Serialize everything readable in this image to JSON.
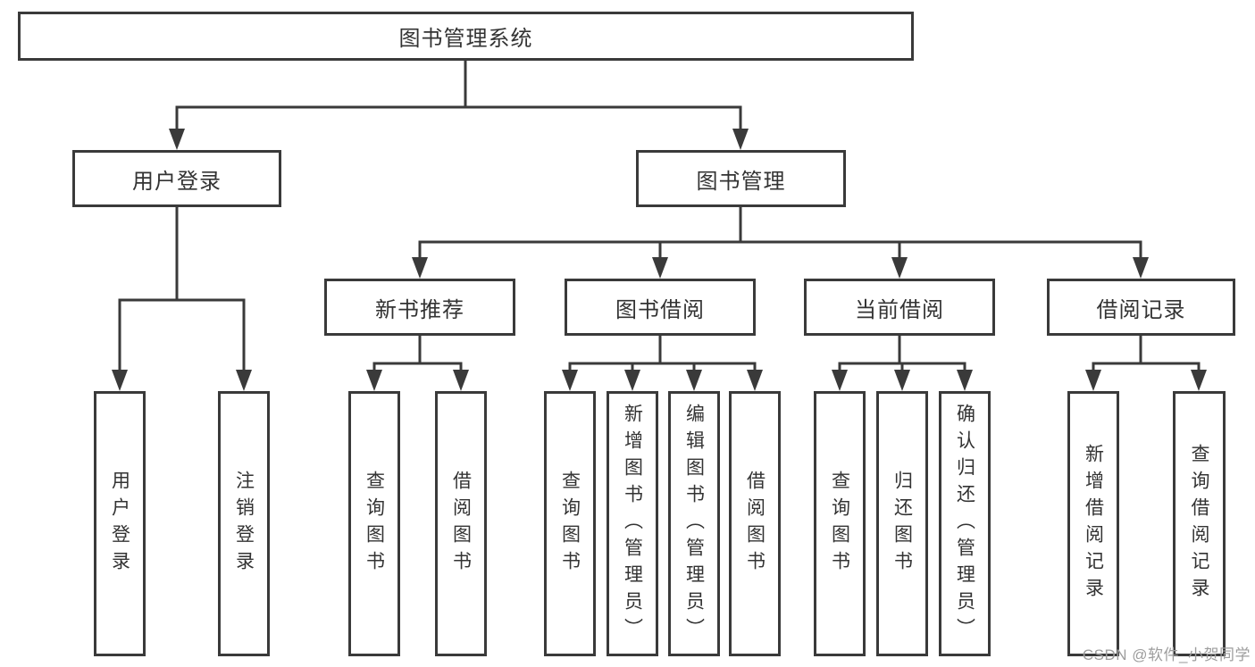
{
  "diagram_title": "图书管理系统",
  "colors": {
    "line": "#3a3a3a",
    "text": "#333333",
    "background": "#ffffff",
    "watermark": "#9d9d9d"
  },
  "nodes": {
    "root": {
      "label": "图书管理系统"
    },
    "user_login": {
      "label": "用户登录"
    },
    "book_management": {
      "label": "图书管理"
    },
    "new_book_recommend": {
      "label": "新书推荐"
    },
    "book_borrowing": {
      "label": "图书借阅"
    },
    "current_borrowing": {
      "label": "当前借阅"
    },
    "borrowing_records": {
      "label": "借阅记录"
    },
    "leaf_user_login": {
      "label": "用户登录"
    },
    "leaf_logout_login": {
      "label": "注销登录"
    },
    "leaf_query_books_a": {
      "label": "查询图书"
    },
    "leaf_borrow_books_a": {
      "label": "借阅图书"
    },
    "leaf_query_books_b": {
      "label": "查询图书"
    },
    "leaf_add_books_admin": {
      "label": "新增图书（管理员）"
    },
    "leaf_edit_books_admin": {
      "label": "编辑图书（管理员）"
    },
    "leaf_borrow_books_b": {
      "label": "借阅图书"
    },
    "leaf_query_books_c": {
      "label": "查询图书"
    },
    "leaf_return_books": {
      "label": "归还图书"
    },
    "leaf_confirm_return_admin": {
      "label": "确认归还（管理员）"
    },
    "leaf_add_borrow_record": {
      "label": "新增借阅记录"
    },
    "leaf_query_borrow_record": {
      "label": "查询借阅记录"
    }
  },
  "edges": [
    {
      "parent": "图书管理系统",
      "children": [
        "用户登录",
        "图书管理"
      ]
    },
    {
      "parent": "用户登录",
      "children": [
        "用户登录",
        "注销登录"
      ]
    },
    {
      "parent": "图书管理",
      "children": [
        "新书推荐",
        "图书借阅",
        "当前借阅",
        "借阅记录"
      ]
    },
    {
      "parent": "新书推荐",
      "children": [
        "查询图书",
        "借阅图书"
      ]
    },
    {
      "parent": "图书借阅",
      "children": [
        "查询图书",
        "新增图书（管理员）",
        "编辑图书（管理员）",
        "借阅图书"
      ]
    },
    {
      "parent": "当前借阅",
      "children": [
        "查询图书",
        "归还图书",
        "确认归还（管理员）"
      ]
    },
    {
      "parent": "借阅记录",
      "children": [
        "新增借阅记录",
        "查询借阅记录"
      ]
    }
  ],
  "watermark": {
    "text": "CSDN @软件_小贺同学"
  }
}
